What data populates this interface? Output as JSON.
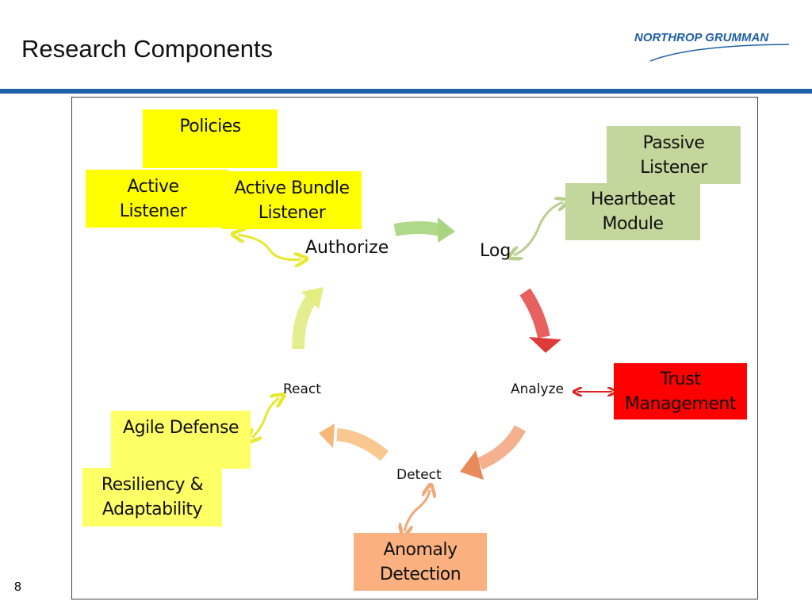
{
  "header": {
    "title": "Research Components",
    "logo_text": "NORTHROP GRUMMAN"
  },
  "boxes": {
    "policies": "Policies",
    "active_listener": "Active\nListener",
    "active_bundle_listener": "Active Bundle\nListener",
    "passive_listener": "Passive\nListener",
    "heartbeat_module": "Heartbeat\nModule",
    "trust_management": "Trust\nManagement",
    "agile_defense": "Agile Defense",
    "resiliency": "Resiliency &\nAdaptability",
    "anomaly_detection": "Anomaly\nDetection"
  },
  "cycle": {
    "authorize": "Authorize",
    "log": "Log",
    "analyze": "Analyze",
    "detect": "Detect",
    "react": "React"
  },
  "colors": {
    "yellow": "#ffff00",
    "light_yellow": "#ffff66",
    "green": "#c3d69b",
    "red": "#ff0000",
    "orange": "#fbb07f",
    "rule": "#1f61a8"
  },
  "page_number": "8"
}
